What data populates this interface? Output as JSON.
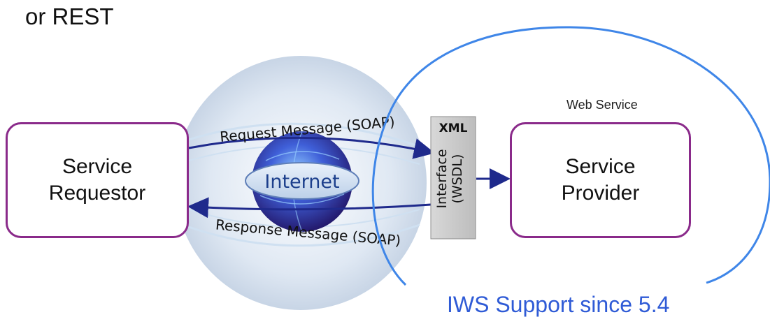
{
  "header_text": "or REST",
  "requestor": {
    "line1": "Service",
    "line2": "Requestor"
  },
  "provider": {
    "line1": "Service",
    "line2": "Provider"
  },
  "request_message": "Request Message (SOAP)",
  "response_message": "Response Message (SOAP)",
  "internet_label": "Internet",
  "xml_label": "XML",
  "interface_label_1": "Interface",
  "interface_label_2": "(WSDL)",
  "web_service_label": "Web Service",
  "caption": "IWS Support since 5.4",
  "colors": {
    "box_border": "#8a2a8a",
    "arrow": "#1f2a8c",
    "circle": "#3f86e8",
    "caption": "#2f5bd6"
  }
}
